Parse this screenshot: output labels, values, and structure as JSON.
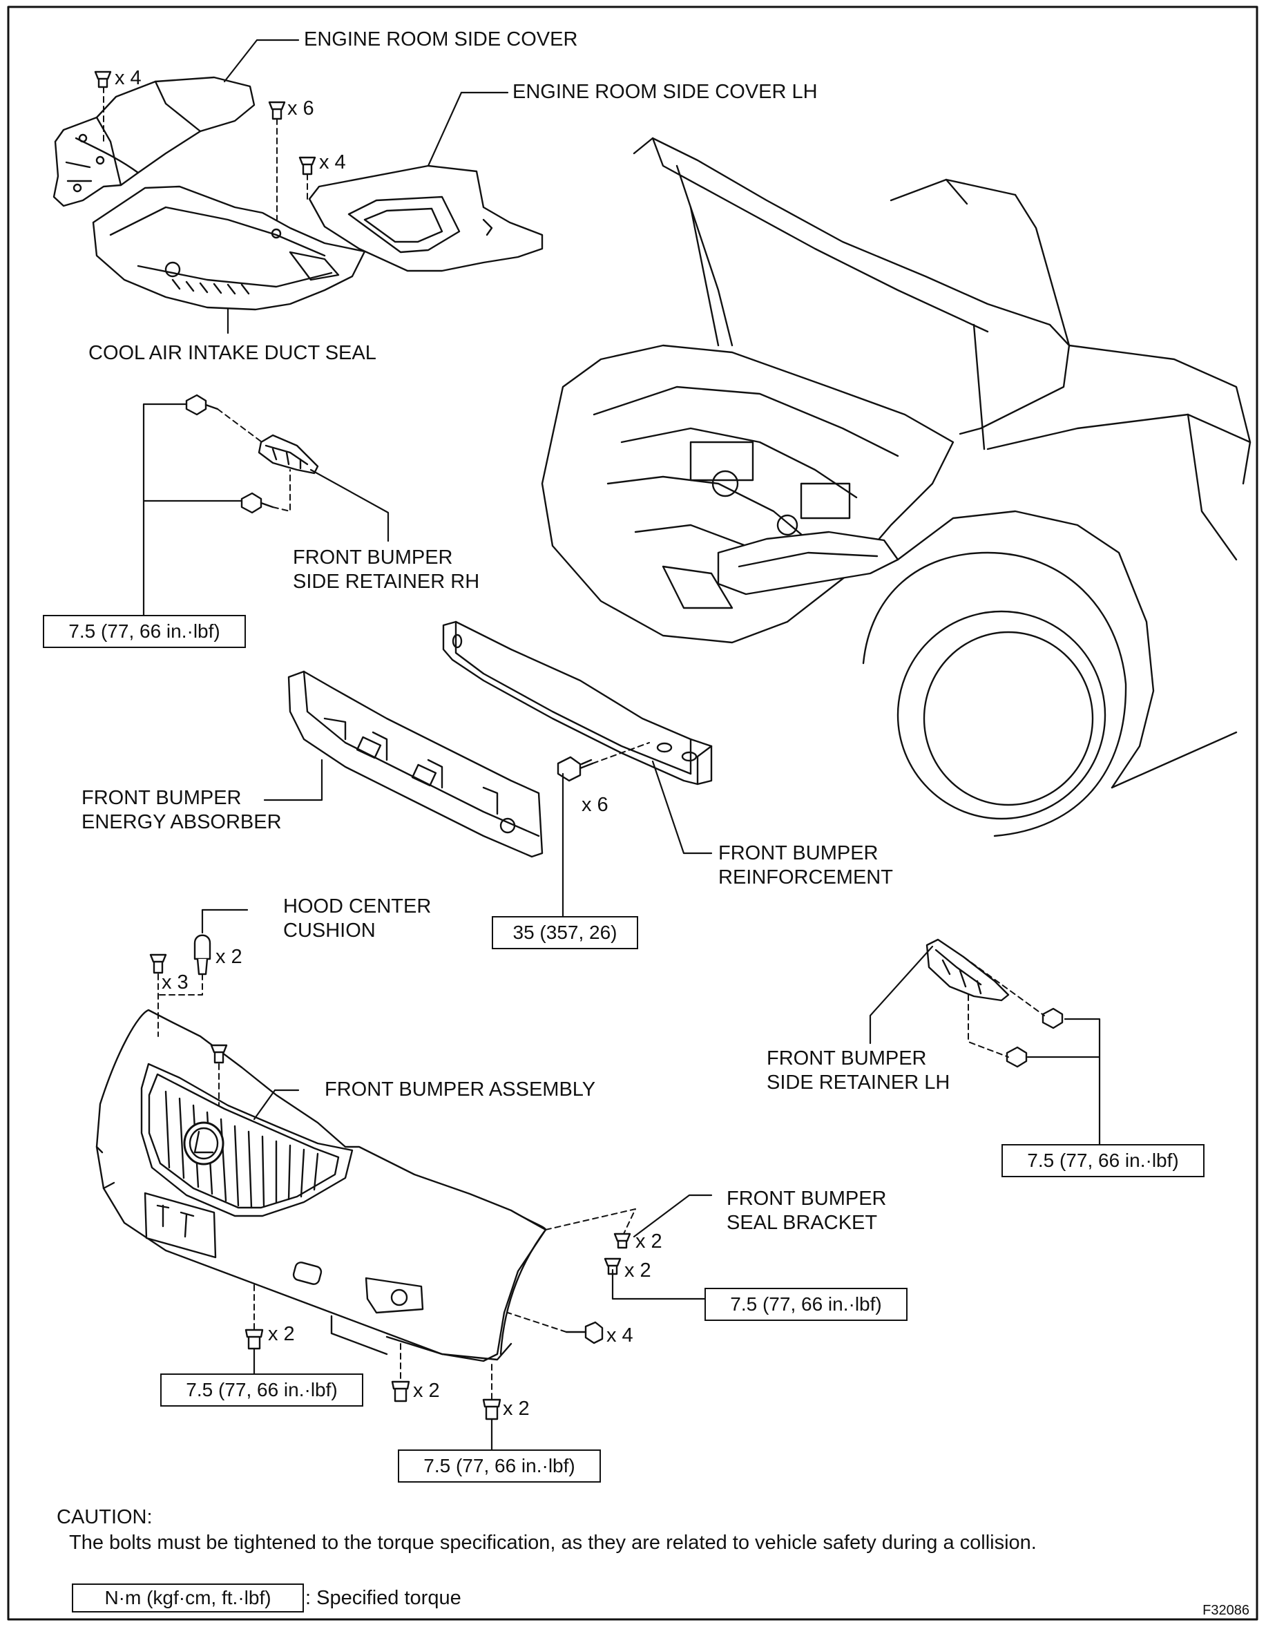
{
  "labels": {
    "engine_room_side_cover": "ENGINE ROOM SIDE COVER",
    "engine_room_side_cover_lh": "ENGINE ROOM SIDE COVER LH",
    "cool_air_intake_duct_seal": "COOL AIR INTAKE DUCT SEAL",
    "retainer_rh_line1": "FRONT BUMPER",
    "retainer_rh_line2": "SIDE RETAINER RH",
    "absorber_line1": "FRONT BUMPER",
    "absorber_line2": "ENERGY ABSORBER",
    "reinforcement_line1": "FRONT BUMPER",
    "reinforcement_line2": "REINFORCEMENT",
    "cushion_line1": "HOOD CENTER",
    "cushion_line2": "CUSHION",
    "bumper_assembly": "FRONT BUMPER ASSEMBLY",
    "retainer_lh_line1": "FRONT BUMPER",
    "retainer_lh_line2": "SIDE RETAINER LH",
    "seal_bracket_line1": "FRONT BUMPER",
    "seal_bracket_line2": "SEAL BRACKET"
  },
  "quantities": {
    "q_x4_a": "x 4",
    "q_x6_a": "x 6",
    "q_x4_b": "x 4",
    "q_x6_b": "x 6",
    "q_x2_cushion": "x 2",
    "q_x3": "x 3",
    "q_x2_seal_1": "x 2",
    "q_x2_seal_2": "x 2",
    "q_x2_bottom_left": "x 2",
    "q_x4_side": "x 4",
    "q_x2_bottom_mid": "x 2",
    "q_x2_bottom_right": "x 2"
  },
  "torques": {
    "t_retainer_rh": "7.5 (77, 66 in.·lbf)",
    "t_reinforcement": "35 (357, 26)",
    "t_retainer_lh": "7.5 (77, 66 in.·lbf)",
    "t_seal_bracket": "7.5 (77, 66 in.·lbf)",
    "t_bottom_left": "7.5 (77, 66 in.·lbf)",
    "t_bottom_right": "7.5 (77, 66 in.·lbf)"
  },
  "caution": {
    "title": "CAUTION:",
    "text": "The bolts must be tightened to the torque specification, as they are related to vehicle safety during a collision."
  },
  "legend": {
    "box": "N·m (kgf·cm, ft.·lbf)",
    "text": ": Specified torque"
  },
  "figure_code": "F32086"
}
